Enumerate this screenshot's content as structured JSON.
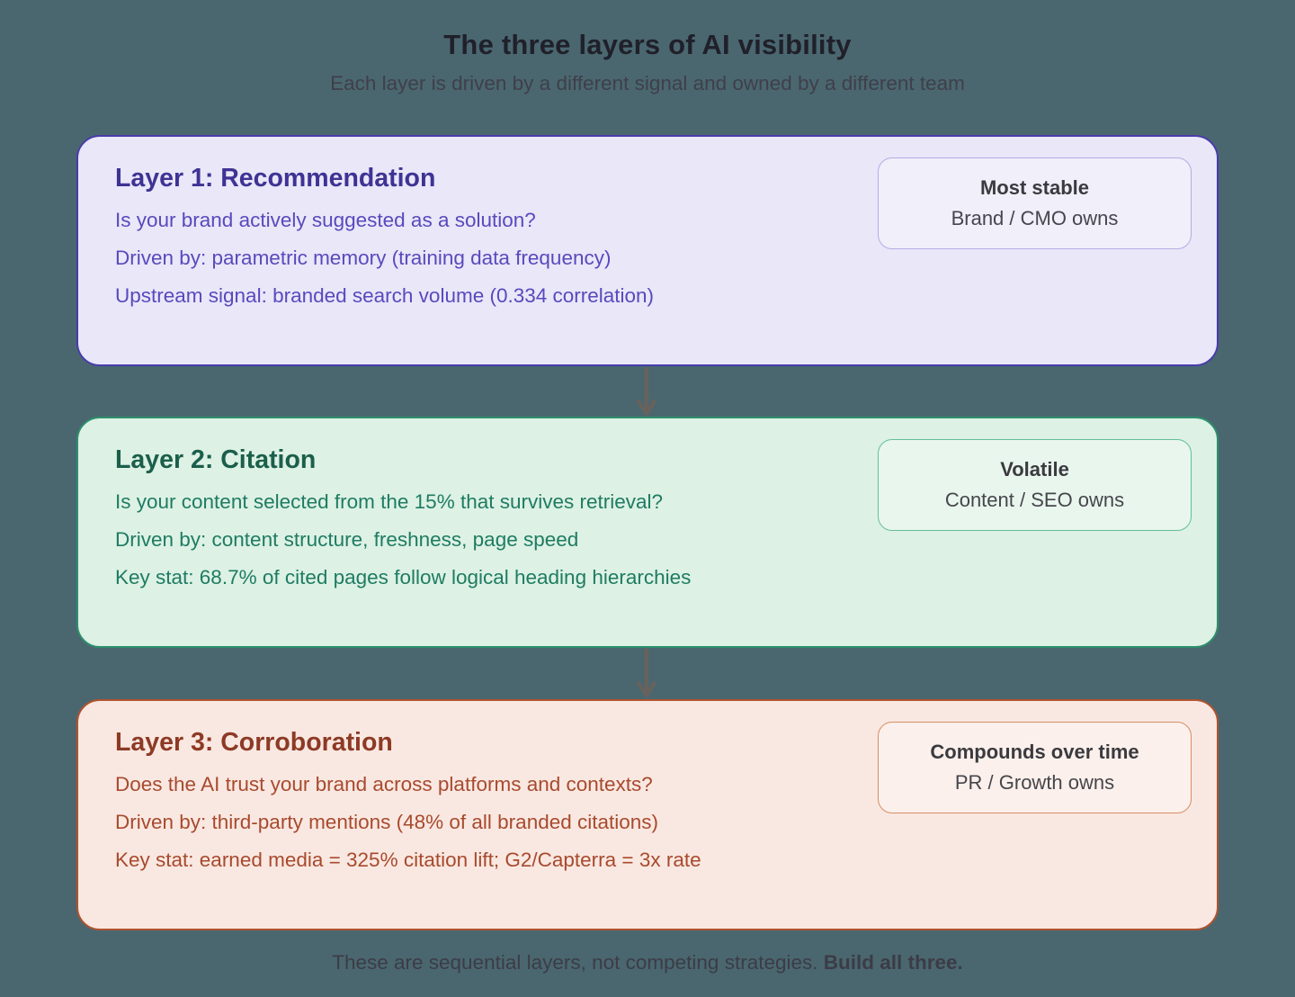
{
  "page": {
    "title": "The three layers of AI visibility",
    "subtitle": "Each layer is driven by a different signal and owned by a different team",
    "footer_main": "These are sequential layers, not competing strategies. ",
    "footer_emphasis": "Build all three."
  },
  "layers": [
    {
      "heading": "Layer 1: Recommendation",
      "lines": [
        "Is your brand actively suggested as a solution?",
        "Driven by: parametric memory (training data frequency)",
        "Upstream signal: branded search volume (0.334 correlation)"
      ],
      "badge_title": "Most stable",
      "badge_subtitle": "Brand / CMO owns",
      "accent_color": "#3e3394",
      "body_color": "#5949bd",
      "card_bg": "#e9e7f8",
      "card_border": "#483caa",
      "badge_border": "#b7abe3"
    },
    {
      "heading": "Layer 2: Citation",
      "lines": [
        "Is your content selected from the 15% that survives retrieval?",
        "Driven by: content structure, freshness, page speed",
        "Key stat: 68.7% of cited pages follow logical heading hierarchies"
      ],
      "badge_title": "Volatile",
      "badge_subtitle": "Content / SEO owns",
      "accent_color": "#1b5f4b",
      "body_color": "#1e7c62",
      "card_bg": "#ddf1e5",
      "card_border": "#2e8f6c",
      "badge_border": "#63bf9a"
    },
    {
      "heading": "Layer 3: Corroboration",
      "lines": [
        "Does the AI trust your brand across platforms and contexts?",
        "Driven by: third-party mentions (48% of all branded citations)",
        "Key stat: earned media = 325% citation lift; G2/Capterra = 3x rate"
      ],
      "badge_title": "Compounds over time",
      "badge_subtitle": "PR / Growth owns",
      "accent_color": "#8d3a25",
      "body_color": "#a84a2e",
      "card_bg": "#f9e8e1",
      "card_border": "#b0532f",
      "badge_border": "#d88e67"
    }
  ],
  "icons": {
    "down_arrow_color": "#67625c"
  },
  "background_color": "#4a6770"
}
